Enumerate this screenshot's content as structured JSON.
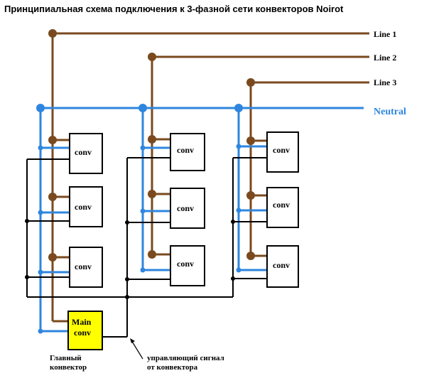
{
  "title": "Принципиальная схема подключения к 3-фазной сети конвекторов Noirot",
  "lines": {
    "line1": "Line 1",
    "line2": "Line 2",
    "line3": "Line 3",
    "neutral": "Neutral"
  },
  "converter_label": "conv",
  "main_converter": {
    "line1": "Main",
    "line2": "conv"
  },
  "main_note": {
    "line1": "Главный",
    "line2": "конвектор"
  },
  "signal_note": {
    "line1": "управляющий сигнал",
    "line2": "от конвектора"
  },
  "colors": {
    "phase": "#7a4a1e",
    "neutral": "#2e86de",
    "control": "#000000",
    "main_fill": "#ffff00"
  }
}
